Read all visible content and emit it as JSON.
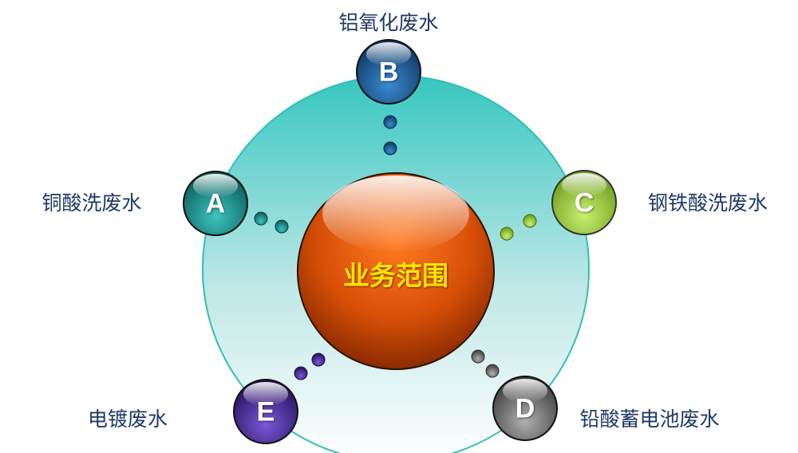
{
  "center": {
    "label": "业务范围",
    "color": "#e05a10"
  },
  "nodes": [
    {
      "letter": "A",
      "label": "铜酸洗废水",
      "color": "#1a9a96"
    },
    {
      "letter": "B",
      "label": "铝氧化废水",
      "color": "#1f5f9a"
    },
    {
      "letter": "C",
      "label": "钢铁酸洗废水",
      "color": "#9ccc3a"
    },
    {
      "letter": "D",
      "label": "铅酸蓄电池废水",
      "color": "#7a7a7a"
    },
    {
      "letter": "E",
      "label": "电镀废水",
      "color": "#4a2a9a"
    }
  ]
}
